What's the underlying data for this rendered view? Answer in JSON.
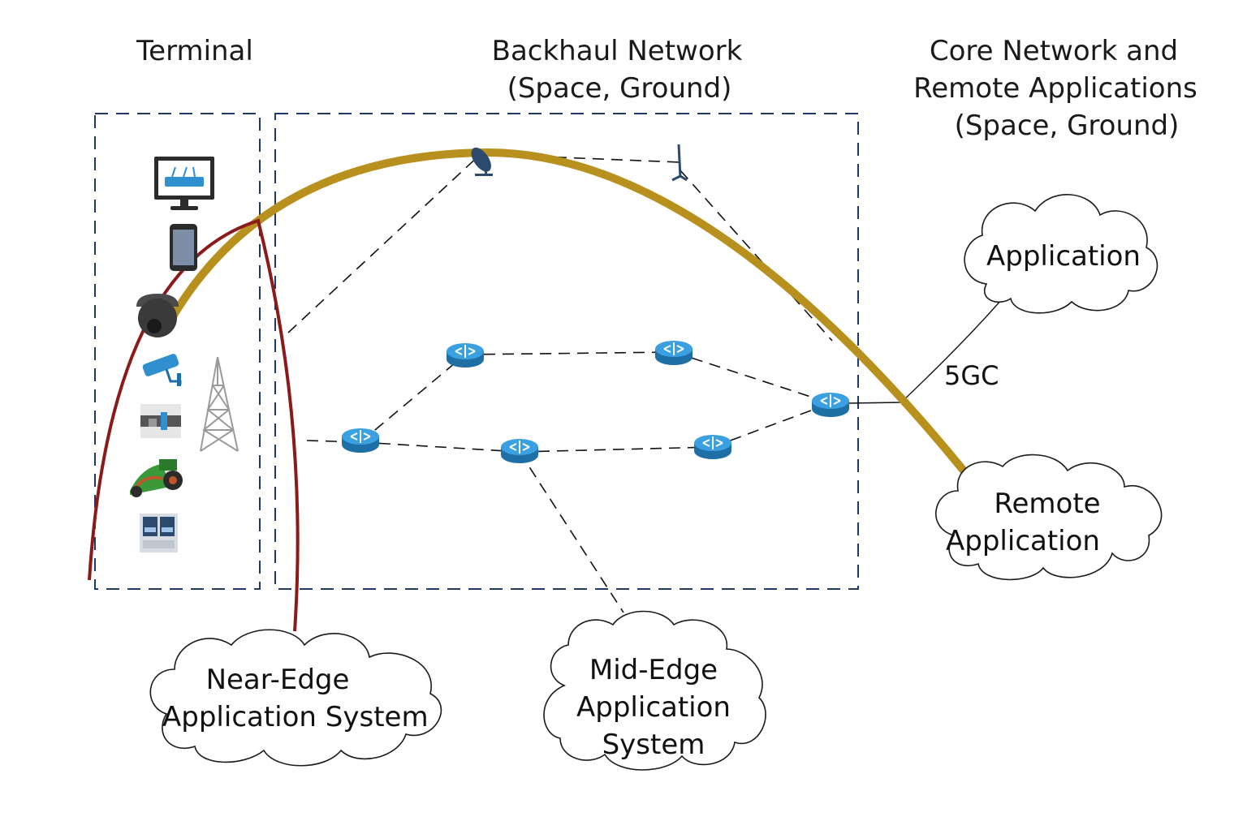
{
  "headers": {
    "terminal": "Terminal",
    "backhaul_line1": "Backhaul Network",
    "backhaul_line2": "(Space, Ground)",
    "core_line1": "Core Network and",
    "core_line2": "Remote Applications",
    "core_line3": "(Space, Ground)"
  },
  "clouds": {
    "application": "Application",
    "remote_line1": "Remote",
    "remote_line2": "Application",
    "near_line1": "Near-Edge",
    "near_line2": "Application System",
    "mid_line1": "Mid-Edge",
    "mid_line2": "Application",
    "mid_line3": "System"
  },
  "labels": {
    "fivegc": "5GC"
  },
  "icons": {
    "terminal_devices": [
      "monitor-icon",
      "smartphone-icon",
      "dome-camera-icon",
      "bullet-camera-icon",
      "sensor-icon",
      "tractor-icon",
      "control-panel-icon"
    ],
    "cell_tower": "cell-tower-icon",
    "satellites": [
      "satellite-dish-icon",
      "satellite-antenna-icon"
    ],
    "routers": [
      "router-icon"
    ]
  },
  "colors": {
    "box_border": "#1f3a66",
    "gold_path": "#b8901e",
    "red_path": "#8b1a1a",
    "router_blue": "#2f8fcf"
  }
}
